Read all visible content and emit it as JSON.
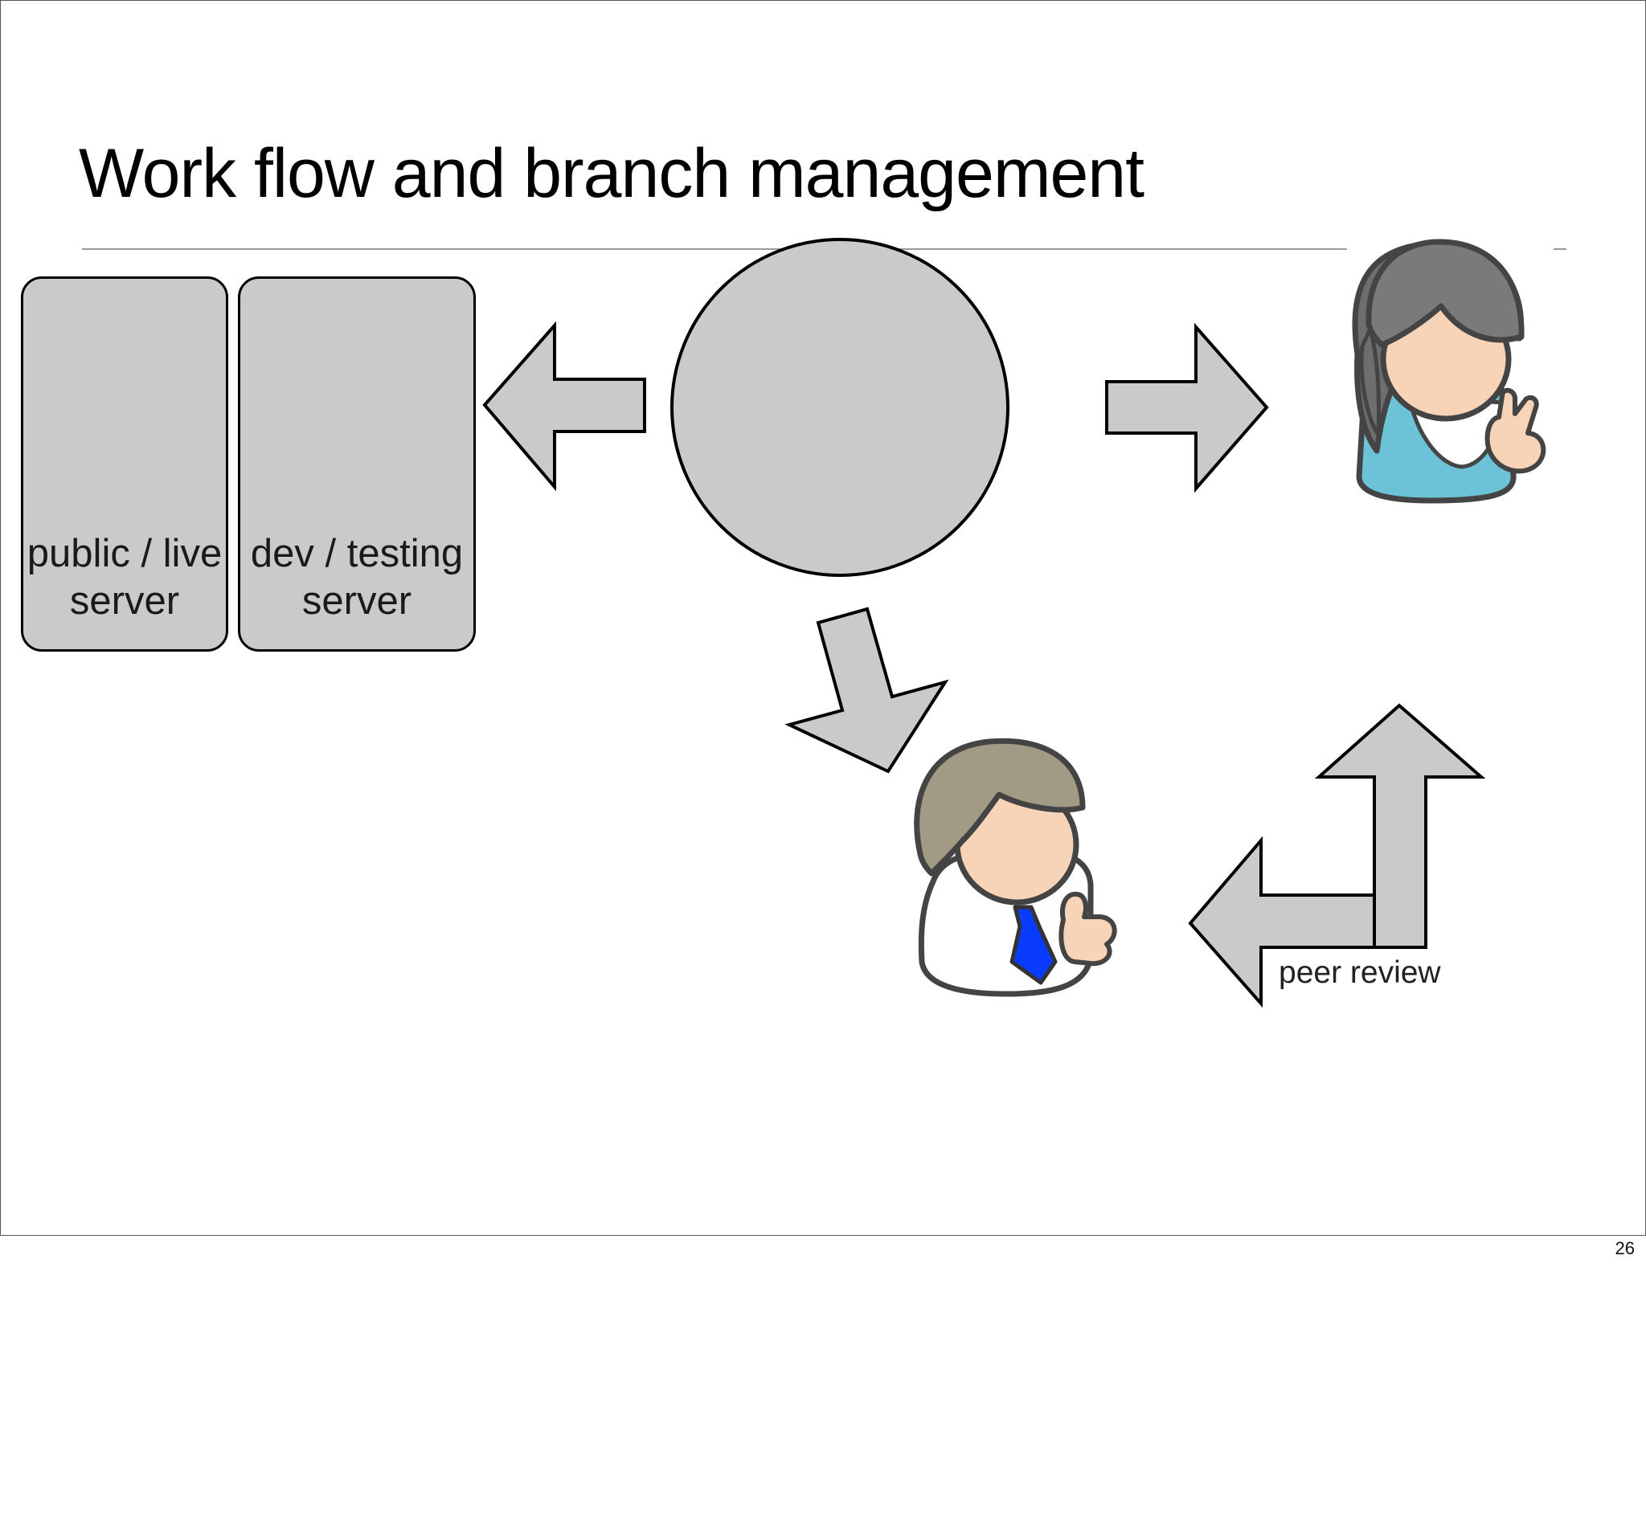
{
  "slide": {
    "title": "Work flow and branch management",
    "page_number": "26"
  },
  "servers": [
    {
      "line1": "public / live",
      "line2": "server"
    },
    {
      "line1": "dev / testing",
      "line2": "server"
    }
  ],
  "peer_review_label": "peer review",
  "icons": {
    "repository": "circle-icon",
    "person_top": "woman-developer-icon",
    "person_bottom": "man-developer-icon"
  },
  "colors": {
    "shape_fill": "#cacaca",
    "woman_shirt": "#6cc3d7",
    "man_tie": "#0a3cff",
    "skin": "#f7d4b8"
  }
}
